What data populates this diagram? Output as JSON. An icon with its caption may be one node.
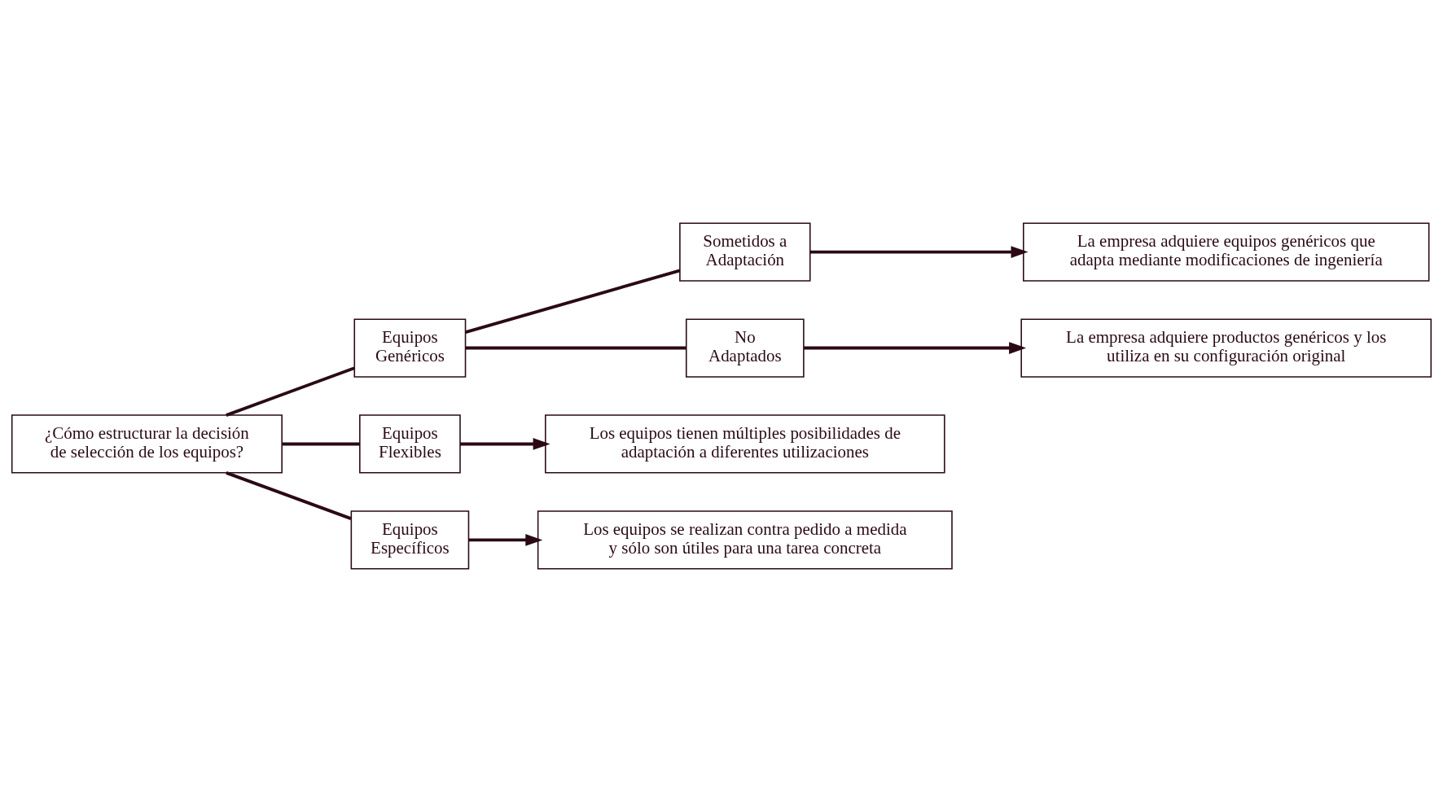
{
  "diagram": {
    "nodes": [
      {
        "text": [
          "¿Cómo estructurar la decisión de selección de los equipos?"
        ]
      },
      {
        "text": [
          "Equipos Genéricos"
        ]
      },
      {
        "text": [
          "Sometidos a Adaptación"
        ]
      },
      {
        "text": [
          "La empresa adquiere equipos genéricos que adapta mediante modificaciones de ingeniería"
        ]
      },
      {
        "text": [
          "No Adaptados"
        ]
      },
      {
        "text": [
          "La empresa adquiere productos genéricos y los utiliza en su configuración original"
        ]
      },
      {
        "text": [
          "Equipos Flexibles"
        ]
      },
      {
        "text": [
          "Los equipos tienen múltiples posibilidades de adaptación a diferentes utilizaciones"
        ]
      },
      {
        "text": [
          "Equipos Específicos"
        ]
      },
      {
        "text": [
          "Los equipos se realizan contra pedido a medida y sólo son útiles para una tarea concreta"
        ]
      }
    ],
    "edges": [
      {
        "from": 0,
        "to": 1,
        "arrow": "none"
      },
      {
        "from": 0,
        "to": 6,
        "arrow": "none"
      },
      {
        "from": 0,
        "to": 8,
        "arrow": "none"
      },
      {
        "from": 1,
        "to": 2,
        "arrow": "none"
      },
      {
        "from": 1,
        "to": 4,
        "arrow": "none"
      },
      {
        "from": 2,
        "to": 3,
        "arrow": "to"
      },
      {
        "from": 4,
        "to": 5,
        "arrow": "to"
      },
      {
        "from": 6,
        "to": 7,
        "arrow": "to"
      },
      {
        "from": 8,
        "to": 9,
        "arrow": "to"
      }
    ]
  }
}
